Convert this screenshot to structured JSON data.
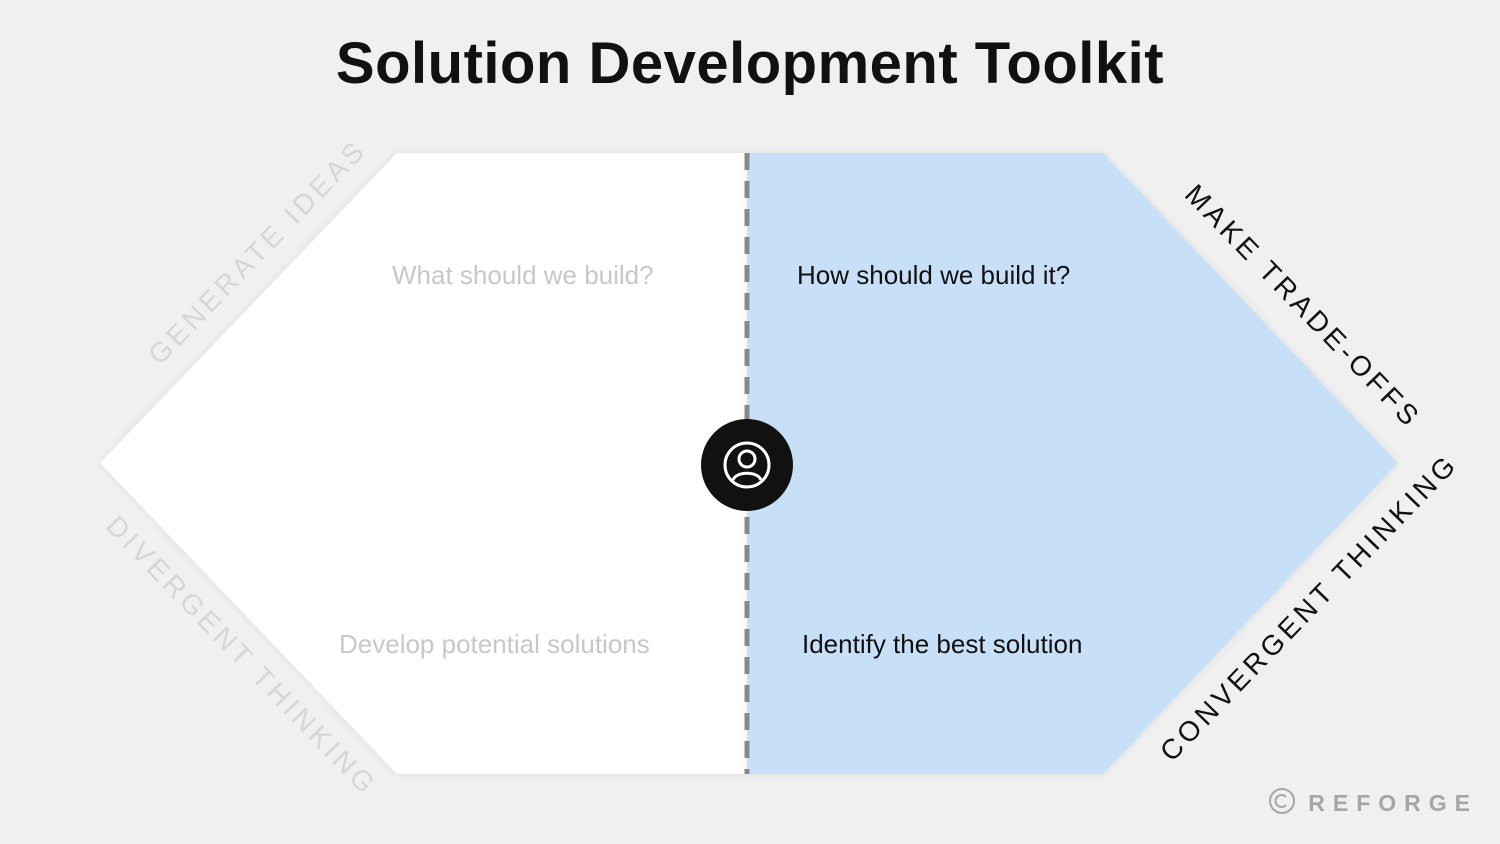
{
  "title": "Solution Development Toolkit",
  "left_panel": {
    "question": "What should we build?",
    "task": "Develop potential solutions",
    "label_top": "GENERATE IDEAS",
    "label_bottom": "DIVERGENT THINKING"
  },
  "right_panel": {
    "question": "How should we build it?",
    "task": "Identify the best solution",
    "label_top": "MAKE TRADE-OFFS",
    "label_bottom": "CONVERGENT THINKING"
  },
  "center_icon": "user-circle-icon",
  "brand": {
    "name": "REFORGE",
    "icon": "copyright-icon"
  },
  "colors": {
    "background": "#f0f0f0",
    "left_fill": "#ffffff",
    "right_fill": "#c8e0f7",
    "divider": "#888888",
    "dim_text": "#c8c8c8",
    "dark_text": "#111111"
  }
}
